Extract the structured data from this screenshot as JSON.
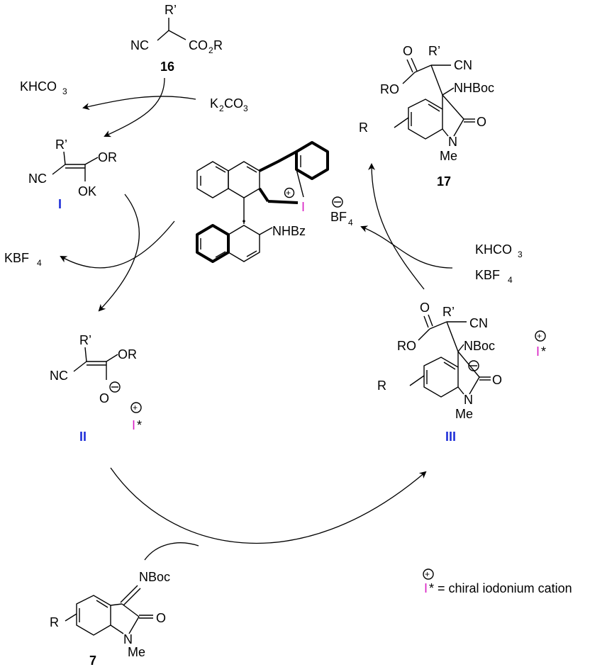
{
  "reagents": {
    "compound16_label": "16",
    "khco3_top": "KHCO",
    "k2co3": "K",
    "kbf4_left": "KBF",
    "khco3_right": "KHCO",
    "kbf4_right": "KBF"
  },
  "intermediates": {
    "I_label": "I",
    "II_label": "II",
    "III_label": "III"
  },
  "catalyst": {
    "iodine": "I",
    "nhbz": "NHBz",
    "counterion": "BF"
  },
  "products": {
    "compound17_label": "17",
    "compound7_label": "7"
  },
  "legend": {
    "symbol": "I",
    "text": "* = chiral iodonium cation"
  },
  "colors": {
    "roman_label": "#1f2fd8",
    "iodonium": "#d81fc4"
  }
}
